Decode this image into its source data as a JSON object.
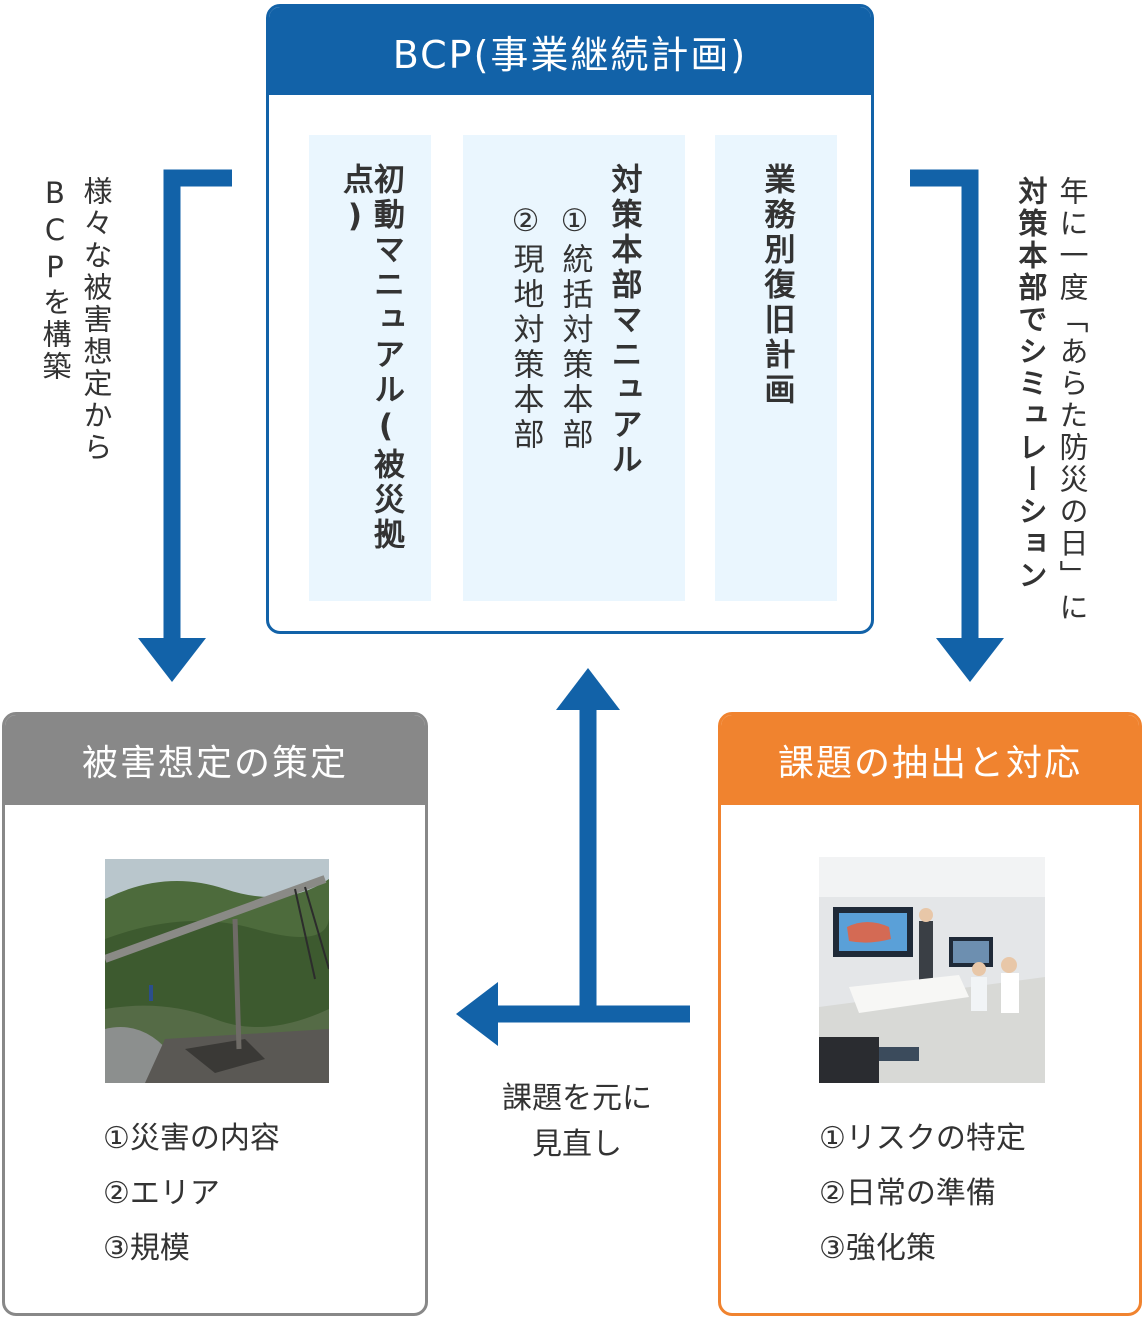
{
  "bcp": {
    "title": "BCP(事業継続計画)",
    "columns": {
      "initial_manual": "初動マニュアル(被災拠点)",
      "hq_manual": {
        "title": "対策本部マニュアル",
        "item1": "①統括対策本部",
        "item2": "②現地対策本部"
      },
      "recovery_plan": "業務別復旧計画"
    }
  },
  "left_caption": {
    "line1": "様々な被害想定から",
    "line2": "BCPを構築"
  },
  "right_caption": {
    "line1": "年に一度「あらた防災の日」に",
    "line2": "対策本部でシミュレーション"
  },
  "damage_box": {
    "title": "被害想定の策定",
    "items": [
      "①災害の内容",
      "②エリア",
      "③規模"
    ]
  },
  "issue_box": {
    "title": "課題の抽出と対応",
    "items": [
      "①リスクの特定",
      "②日常の準備",
      "③強化策"
    ]
  },
  "center_caption": {
    "line1": "課題を元に",
    "line2": "見直し"
  },
  "colors": {
    "blue": "#1262a8",
    "light_blue": "#eaf6fe",
    "gray": "#888888",
    "orange": "#f0832f"
  }
}
